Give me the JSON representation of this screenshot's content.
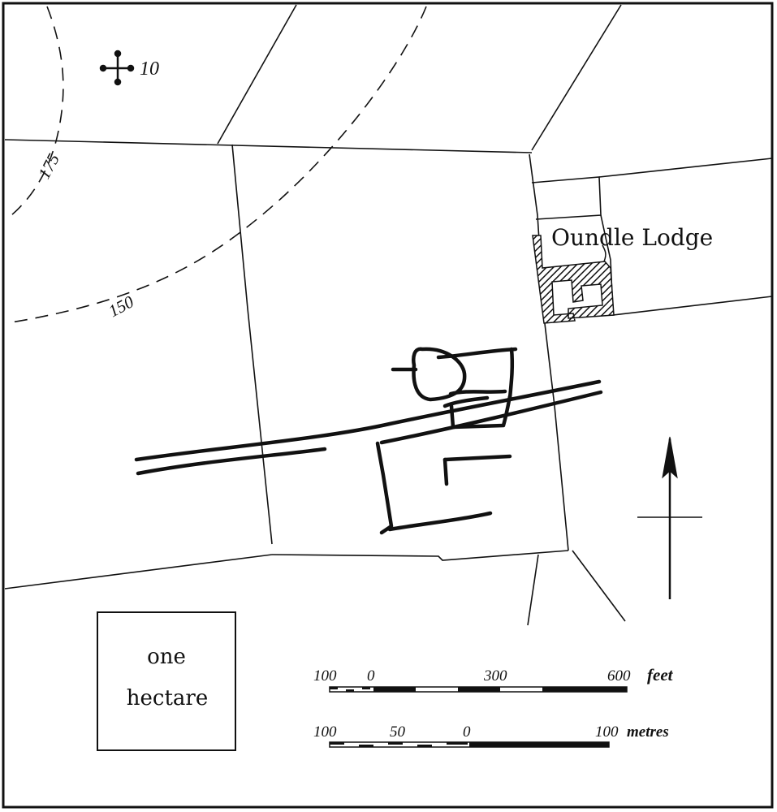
{
  "site": {
    "name": "Oundle Lodge",
    "cross_number": "10"
  },
  "contours": [
    {
      "label": "175"
    },
    {
      "label": "150"
    }
  ],
  "legend": {
    "hectare_line1": "one",
    "hectare_line2": "hectare"
  },
  "scale_feet": {
    "ticks": [
      "100",
      "0",
      "300",
      "600"
    ],
    "unit": "feet"
  },
  "scale_metres": {
    "ticks": [
      "100",
      "50",
      "0",
      "100"
    ],
    "unit": "metres"
  },
  "colors": {
    "ink": "#111111",
    "paper": "#ffffff"
  }
}
